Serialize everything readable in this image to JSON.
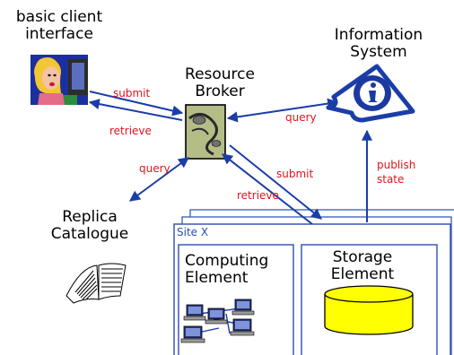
{
  "nodes": {
    "client": "basic client\ninterface",
    "broker": "Resource\nBroker",
    "info_system": "Information\nSystem",
    "replica": "Replica\nCatalogue",
    "site": "Site X",
    "computing": "Computing\nElement",
    "storage": "Storage\nElement"
  },
  "edges": {
    "submit_client": "submit",
    "retrieve_client": "retrieve",
    "query_info": "query",
    "query_replica": "query",
    "submit_site": "submit",
    "retrieve_site": "retrieve",
    "publish_state": "publish\nstate"
  },
  "icons": {
    "client": "user-at-terminal-icon",
    "broker": "resource-broker-map-icon",
    "info_system": "information-i-icon",
    "replica": "open-book-icon",
    "computing": "networked-computers-icon",
    "storage": "storage-cylinder-icon"
  },
  "colors": {
    "arrows": "#1a3da8",
    "site_frame": "#2a4eb5",
    "edge_labels": "#e0141e",
    "storage_fill": "#ffff00"
  }
}
